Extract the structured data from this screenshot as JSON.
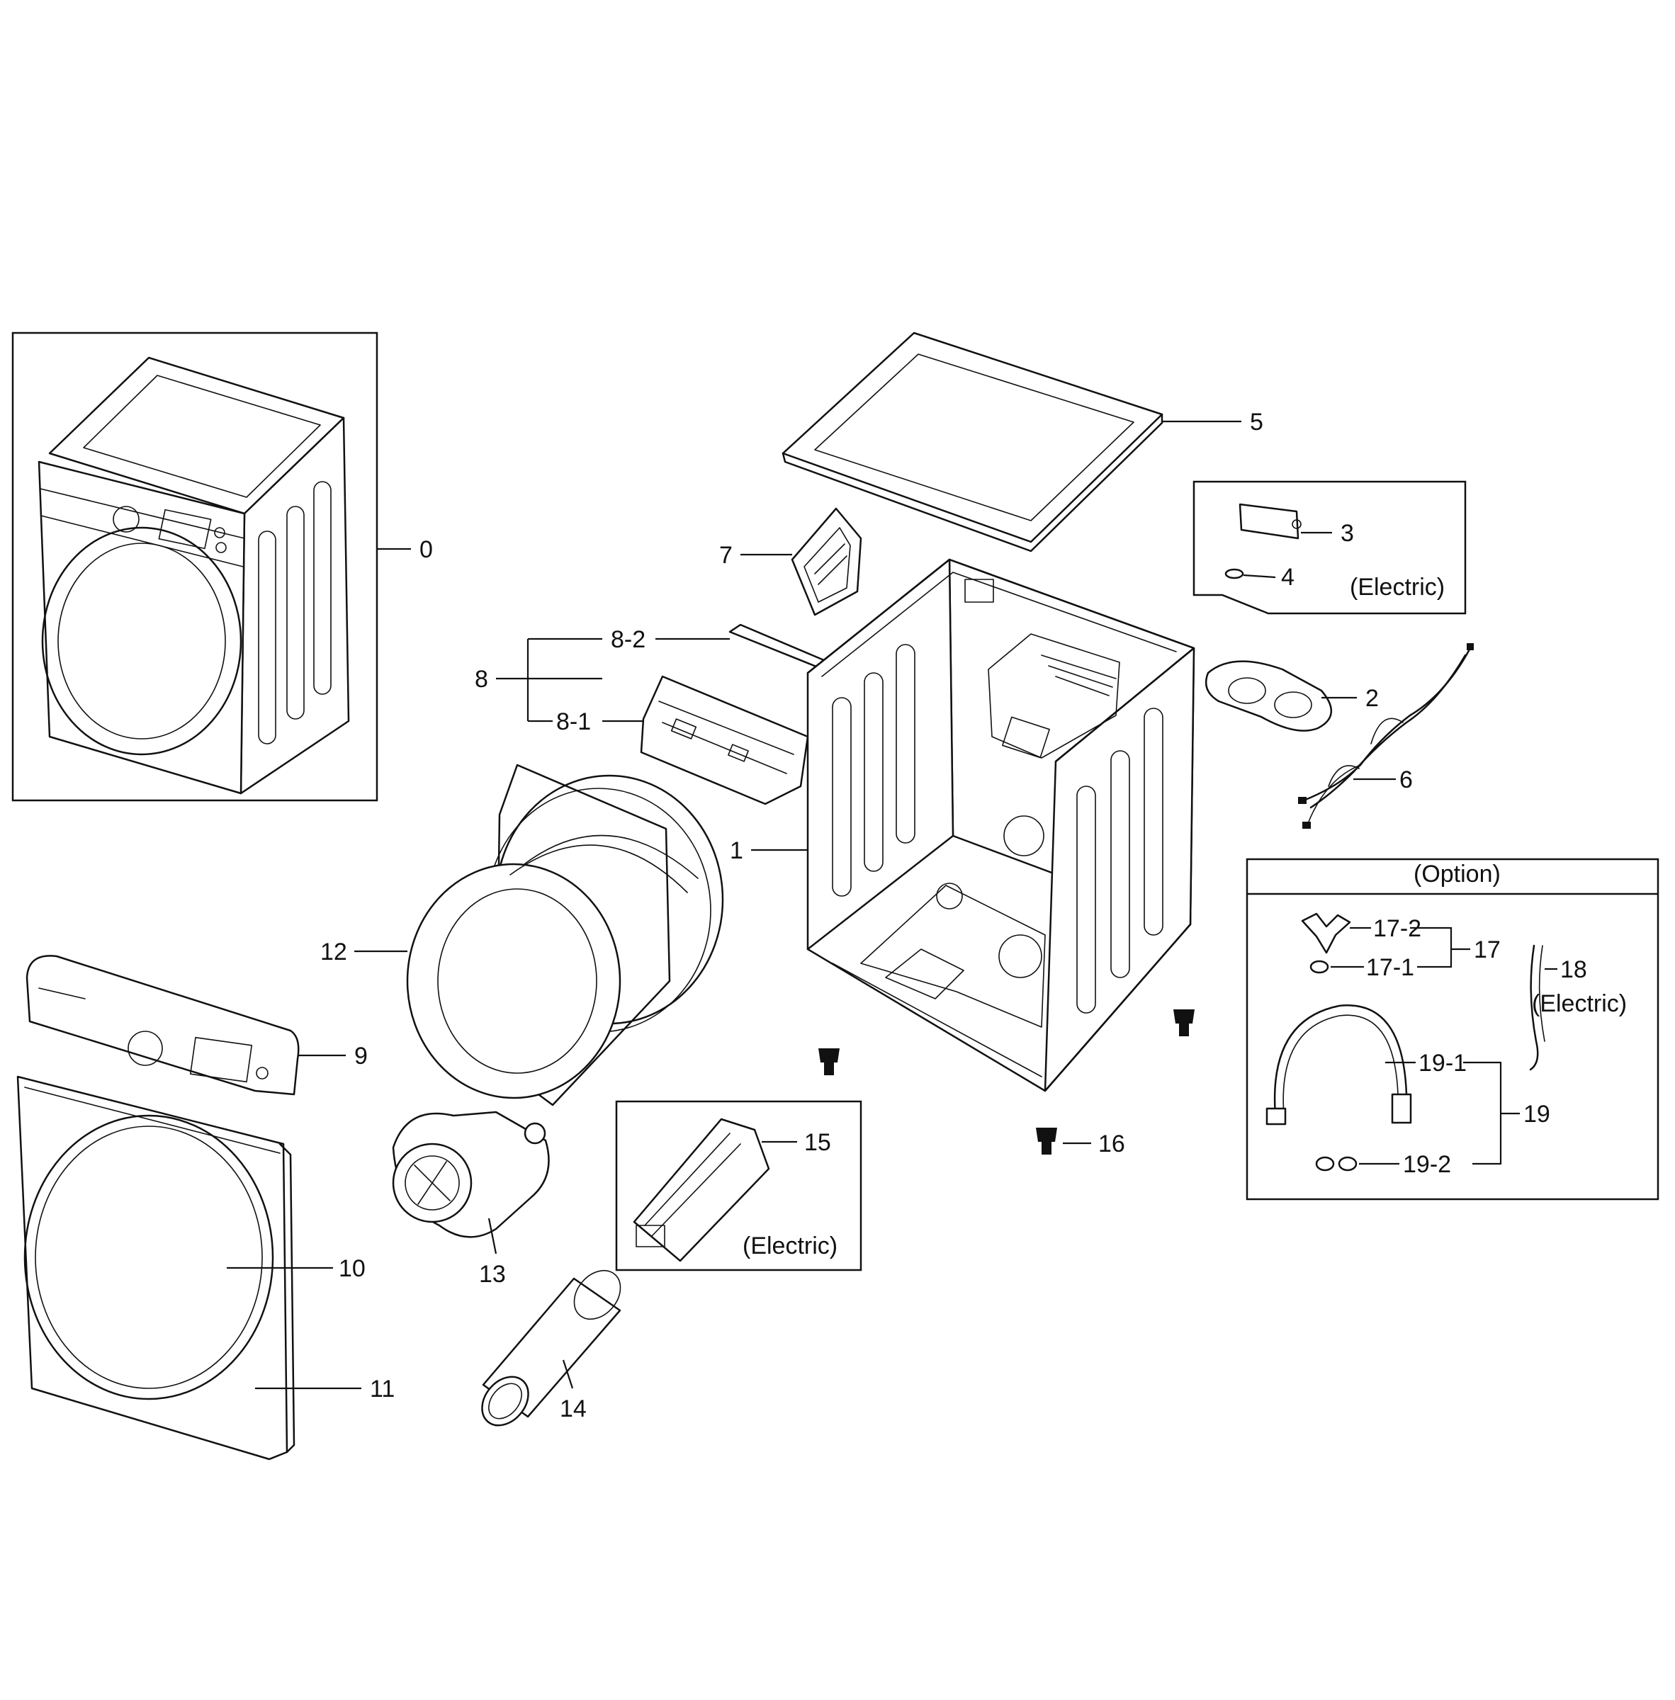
{
  "labels": {
    "p0": "0",
    "p1": "1",
    "p2": "2",
    "p3": "3",
    "p4": "4",
    "p5": "5",
    "p6": "6",
    "p7": "7",
    "p8": "8",
    "p8_1": "8-1",
    "p8_2": "8-2",
    "p9": "9",
    "p10": "10",
    "p11": "11",
    "p12": "12",
    "p13": "13",
    "p14": "14",
    "p15": "15",
    "p16": "16",
    "p17": "17",
    "p17_1": "17-1",
    "p17_2": "17-2",
    "p18": "18",
    "p19": "19",
    "p19_1": "19-1",
    "p19_2": "19-2"
  },
  "notes": {
    "electric_3_4": "(Electric)",
    "electric_15": "(Electric)",
    "electric_18": "(Electric)",
    "option_title": "(Option)"
  }
}
